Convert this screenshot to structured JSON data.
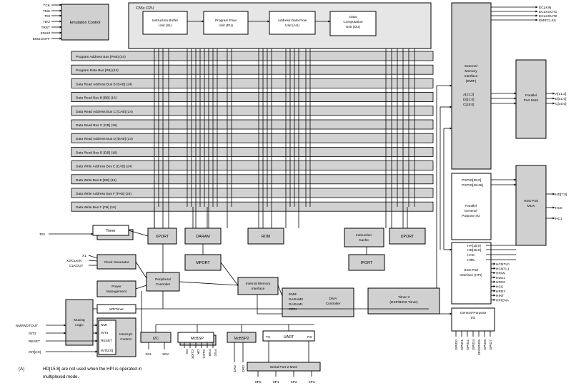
{
  "cpu": {
    "title": "C55x CPU",
    "units": [
      {
        "id": "ib",
        "lines": [
          "Instruction Buffer",
          "Unit (IU)"
        ]
      },
      {
        "id": "pf",
        "lines": [
          "Program Flow",
          "Unit (PU)"
        ]
      },
      {
        "id": "af",
        "lines": [
          "Address Data Flow",
          "Unit (AU)"
        ]
      },
      {
        "id": "dc",
        "lines": [
          "Data",
          "Computation",
          "Unit (DU)"
        ]
      }
    ]
  },
  "emulation": {
    "label": "Emulation Control",
    "pins": [
      "TCK",
      "TMS",
      "TDI",
      "TDO",
      "TRST",
      "EMU0",
      "EMU1/OFF"
    ]
  },
  "buses": [
    "Program Address Bus [PAB] (24)",
    "Program Data Bus [PB] (32)",
    "Data Read Address Bus B [BAB] (24)",
    "Data Read Bus B [BB] (16)",
    "Data Read Address Bus C [CAB] (24)",
    "Data Read Bus C [CB] (16)",
    "Data Read Address Bus D [DAB] (24)",
    "Data Read Bus D [DB] (16)",
    "Data Write Address Bus E [EAB] (24)",
    "Data Write Bus E [EB] (16)",
    "Data Write Address Bus F [FAB] (24)",
    "Data Write Bus F [FB] (16)"
  ],
  "emif": {
    "lines": [
      "External",
      "Memory",
      "Interface",
      "(EMIF)"
    ],
    "pins_right": [
      "ECLKIN",
      "ECLKOUT1",
      "ECLKOUT2",
      "EMIFCLKS"
    ],
    "pins_inner": [
      "A[21:2]",
      "D[31:0]",
      "C[15:0]"
    ]
  },
  "ppmux": {
    "lines": [
      "Parallel",
      "Port MUX"
    ],
    "pins": [
      "A[21:2]",
      "D[31:0]",
      "C[15:0]"
    ]
  },
  "pgpio": {
    "pins": [
      "PGPIO[35:0]",
      "PGPIO[45:36]"
    ],
    "lines": [
      "Parallel",
      "General-",
      "Purpose I/O"
    ]
  },
  "hpmux": {
    "lines": [
      "Host Port",
      "MUX"
    ],
    "pins": [
      "HD[7:0]",
      "HC0",
      "HC1"
    ]
  },
  "hpi": {
    "lines": [
      "Host-Port",
      "Interface (HPI)"
    ],
    "pins_left": [
      "HA[15:0]",
      "HD[15:0]",
      "HAS",
      "HIRL"
    ],
    "pins_right": [
      "HCNTL0",
      "HCNTL1",
      "HR/W",
      "HDS1",
      "HDS2",
      "HCS",
      "HRDY",
      "HINT",
      "HPIENA"
    ]
  },
  "gpio": {
    "lines": [
      "General-Purpose",
      "I/O"
    ],
    "pins": [
      "GPIO0",
      "GPIO1",
      "GPIO2",
      "GPIO4",
      "XF/GPIO5",
      "GPIO6",
      "GPIO7"
    ]
  },
  "blocks": {
    "xport": "XPORT",
    "daram": "DARAM",
    "rom": "ROM",
    "icache": [
      "Instruction",
      "Cache"
    ],
    "dport": "DPORT",
    "mport": "MPORT",
    "iport": "IPORT",
    "timer": "Timer",
    "clock": "Clock Generator",
    "power": [
      "Power",
      "Management"
    ],
    "periph": [
      "Peripheral",
      "Controller"
    ],
    "imi": [
      "Internal Memory",
      "Interface"
    ],
    "dma": [
      "DMA",
      "Controller"
    ],
    "dma_inputs": [
      "EMIF",
      "DARAM0",
      "DARAM1",
      "PERI"
    ],
    "timer3": [
      "Timer 3",
      "(DSP/BIOS Timer)"
    ],
    "wdt": "WDTimer",
    "muxing": [
      "Muxing",
      "Logic"
    ],
    "muxing_pins": [
      "NMI",
      "INT3",
      "RESET",
      "INT[2:0]"
    ],
    "interrupt": [
      "Interrupt",
      "Control"
    ],
    "i2c": "I2C",
    "i2c_pins": [
      "SCL",
      "SDA"
    ],
    "mcbsp": "McBSP",
    "mcbsp_pins": [
      "DX",
      "CLKR",
      "DR",
      "CLKX",
      "FSR",
      "FSX"
    ],
    "mcbsp2": "McBSP2",
    "mcbsp2_pins": [
      "DX2",
      "DR2"
    ],
    "uart": "UART",
    "uart_tx": "TX",
    "uart_rx": "RX",
    "serial_mux": "Serial Port 2 MUX",
    "serial_pins": [
      "SP0",
      "SP1",
      "SP2",
      "SP3"
    ]
  },
  "left_pins": {
    "tin": "TIN",
    "x1": "X1",
    "x2": "X2/CLKIN",
    "clkout": "CLKOUT",
    "nmi": "NMI/WDTOUT",
    "int3": "INT3",
    "reset": "RESET",
    "int20": "INT[2:0]"
  },
  "footnote": {
    "marker": "(A)",
    "line1": "HD[15:8] are not used when the HPI is operated in",
    "line2": "multiplexed mode."
  }
}
